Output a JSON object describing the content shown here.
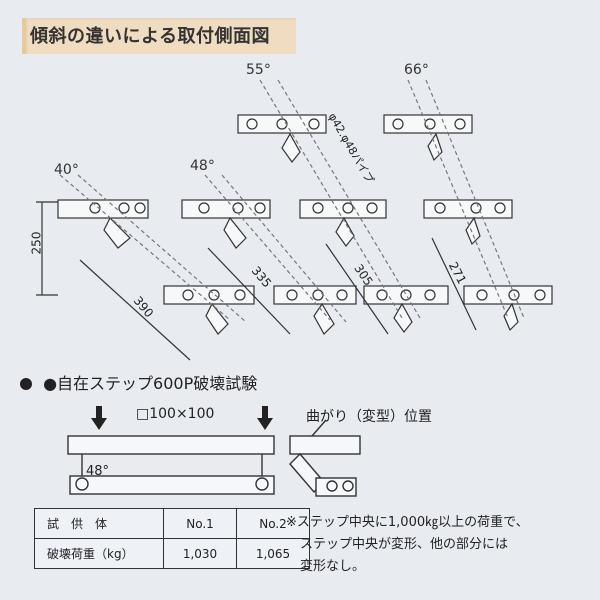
{
  "title": "傾斜の違いによる取付側面図",
  "angles": [
    "55°",
    "66°",
    "40°",
    "48°"
  ],
  "dims": {
    "height": "250",
    "d390": "390",
    "d335": "335",
    "d305": "305",
    "d271": "271",
    "pipe": "φ42.φ48パイプ"
  },
  "section": {
    "title": "●自在ステップ600P破壊試験",
    "box_label": "□100×100",
    "bend_label": "曲がり（変型）位置",
    "angle_label": "48°"
  },
  "table": {
    "headers": [
      "試　供　体",
      "No.1",
      "No.2"
    ],
    "row": [
      "破壊荷重（kg）",
      "1,030",
      "1,065"
    ]
  },
  "note_lines": [
    "※ステップ中央に1,000㎏以上の荷重で、",
    "ステップ中央が変形、他の部分には",
    "変形なし。"
  ]
}
